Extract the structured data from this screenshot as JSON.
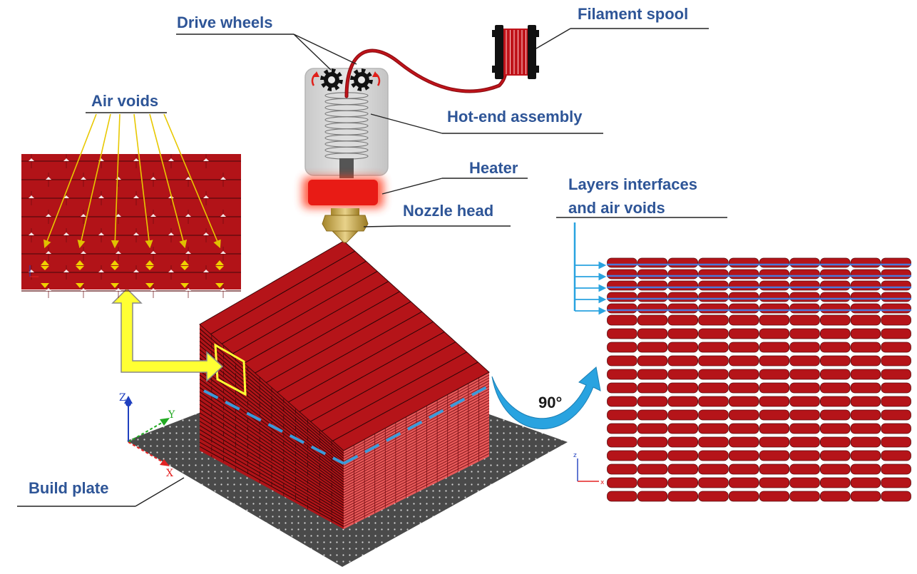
{
  "labels": {
    "drive_wheels": "Drive wheels",
    "filament_spool": "Filament spool",
    "air_voids": "Air voids",
    "hot_end_assembly": "Hot-end assembly",
    "heater": "Heater",
    "nozzle_head": "Nozzle head",
    "layers_interfaces_1": "Layers interfaces",
    "layers_interfaces_2": "and air voids",
    "build_plate": "Build plate",
    "rotation": "90°"
  },
  "axes": {
    "z": "Z",
    "y": "Y",
    "x": "X",
    "small_z": "z",
    "small_x": "x"
  },
  "colors": {
    "label_blue": "#2e5597",
    "filament_red": "#c0131a",
    "filament_dark": "#8e0d12",
    "cube_side": "#e85a5a",
    "highlight_yellow": "#ffff33",
    "arrow_blue": "#29a3e0",
    "plate": "#4a4a4a"
  }
}
